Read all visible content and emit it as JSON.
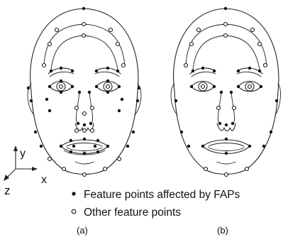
{
  "figure": {
    "panel_labels": [
      "(a)",
      "(b)"
    ],
    "legend": {
      "filled_label": "Feature points affected by FAPs",
      "open_label": "Other feature points"
    },
    "axes": {
      "y": "y",
      "z": "z",
      "x": "x"
    }
  }
}
